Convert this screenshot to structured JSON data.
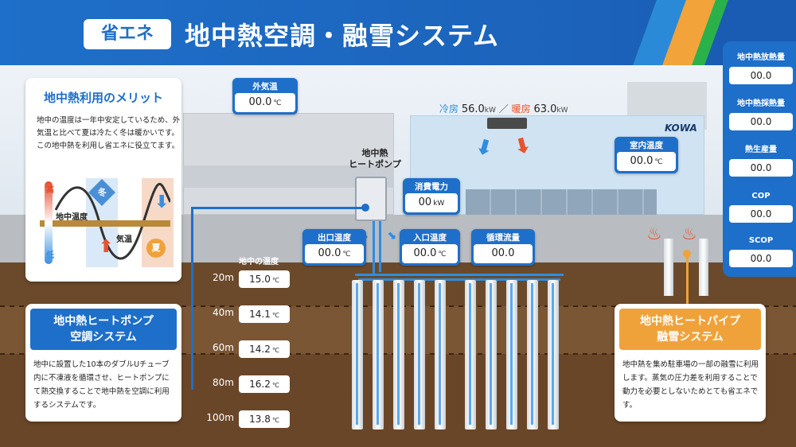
{
  "header": {
    "badge": "省エネ",
    "title": "地中熱空調・融雪システム"
  },
  "capacity": {
    "cooling_label": "冷房",
    "cooling_value": "56.0",
    "heating_label": "暖房",
    "heating_value": "63.0",
    "unit": "kW",
    "separator": "／"
  },
  "logo": "KOWA",
  "merit": {
    "title": "地中熱利用のメリット",
    "body": "地中の温度は一年中安定しているため、外気温と比べて夏は冷たく冬は暖かいです。この地中熱を利用し省エネに役立てます。",
    "hi": "高",
    "lo": "低",
    "ground": "地中温度",
    "winter": "冬",
    "summer": "夏",
    "air": "気温"
  },
  "heatpump_system": {
    "title": "地中熱ヒートポンプ\n空調システム",
    "title_line1": "地中熱ヒートポンプ",
    "title_line2": "空調システム",
    "body": "地中に設置した10本のダブルUチューブ内に不凍液を循環させ、ヒートポンプにて熱交換することで地中熱を空調に利用するシステムです。"
  },
  "snowmelt_system": {
    "title_line1": "地中熱ヒートパイプ",
    "title_line2": "融雪システム",
    "body": "地中熱を集め駐車場の一部の融雪に利用します。蒸気の圧力差を利用することで動力を必要としないためとても省エネです。"
  },
  "heatpump_label_line1": "地中熱",
  "heatpump_label_line2": "ヒートポンプ",
  "readouts": {
    "outdoor": {
      "label": "外気温",
      "value": "00.0",
      "unit": "℃"
    },
    "indoor": {
      "label": "室内温度",
      "value": "00.0",
      "unit": "℃"
    },
    "power": {
      "label": "消費電力",
      "value": "00",
      "unit": "kW"
    },
    "outlet": {
      "label": "出口温度",
      "value": "00.0",
      "unit": "℃"
    },
    "inlet": {
      "label": "入口温度",
      "value": "00.0",
      "unit": "℃"
    },
    "flow": {
      "label": "循環流量",
      "value": "00.0",
      "unit": ""
    }
  },
  "ground_temp": {
    "header": "地中の温度",
    "rows": [
      {
        "depth": "20m",
        "value": "15.0",
        "unit": "℃"
      },
      {
        "depth": "40m",
        "value": "14.1",
        "unit": "℃"
      },
      {
        "depth": "60m",
        "value": "14.2",
        "unit": "℃"
      },
      {
        "depth": "80m",
        "value": "16.2",
        "unit": "℃"
      },
      {
        "depth": "100m",
        "value": "13.8",
        "unit": "℃"
      }
    ]
  },
  "side_panel": [
    {
      "label": "地中熱放熱量",
      "value": "00.0"
    },
    {
      "label": "地中熱採熱量",
      "value": "00.0"
    },
    {
      "label": "熱生産量",
      "value": "00.0"
    },
    {
      "label": "COP",
      "value": "00.0"
    },
    {
      "label": "SCOP",
      "value": "00.0"
    }
  ],
  "colors": {
    "primary": "#1e6fc9",
    "accent_orange": "#f0a23a",
    "accent_green": "#2bb14a",
    "cool": "#2f8de0",
    "warm": "#e8532c"
  }
}
